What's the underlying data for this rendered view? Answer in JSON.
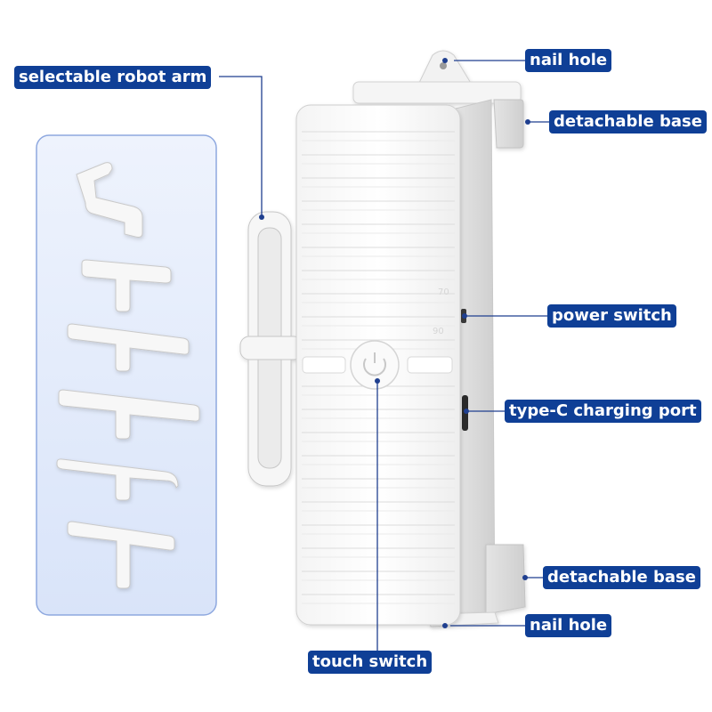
{
  "labels": {
    "robot_arm": "selectable robot arm",
    "nail_hole_top": "nail hole",
    "base_top": "detachable base",
    "power_switch": "power switch",
    "charging_port": "type-C charging port",
    "base_bottom": "detachable base",
    "nail_hole_bottom": "nail hole",
    "touch_switch": "touch switch"
  },
  "device_marks": {
    "mark_a": "70",
    "mark_b": "90"
  },
  "colors": {
    "label_bg": "#0f3f96",
    "leader_line": "#1f3f8f",
    "panel_bg": "#e6edfb",
    "panel_border": "#8ea8df"
  }
}
